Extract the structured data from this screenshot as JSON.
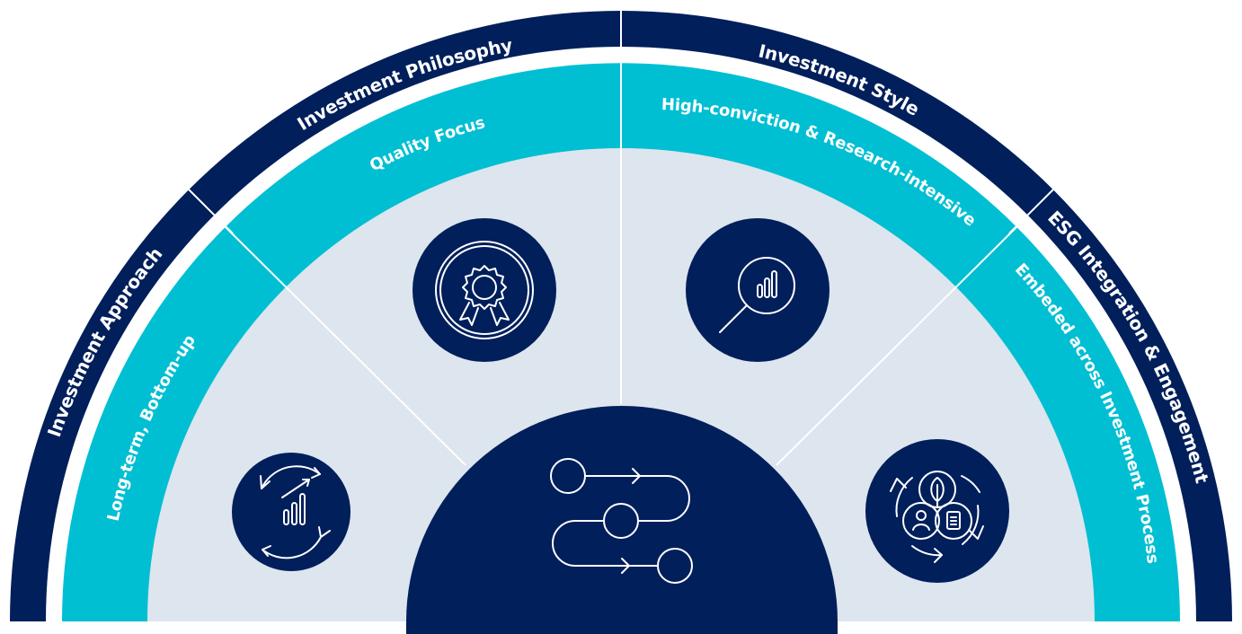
{
  "colors": {
    "navy": "#001f5b",
    "teal": "#00bfd3",
    "light": "#dde5ee",
    "white": "#ffffff"
  },
  "outer_labels": {
    "approach": "Investment Approach",
    "philosophy": "Investment Philosophy",
    "style": "Investment Style",
    "esg": "ESG Integration & Engagement"
  },
  "middle_labels": {
    "approach": "Long-term, Bottom-up",
    "philosophy": "Quality Focus",
    "style": "High-conviction & Research-intensive",
    "esg": "Embeded across Investment Process"
  },
  "icons": {
    "approach": "cycle-growth-chart-icon",
    "philosophy": "award-rosette-icon",
    "style": "magnifier-chart-icon",
    "esg": "esg-cycle-icon",
    "center": "process-flow-icon"
  }
}
